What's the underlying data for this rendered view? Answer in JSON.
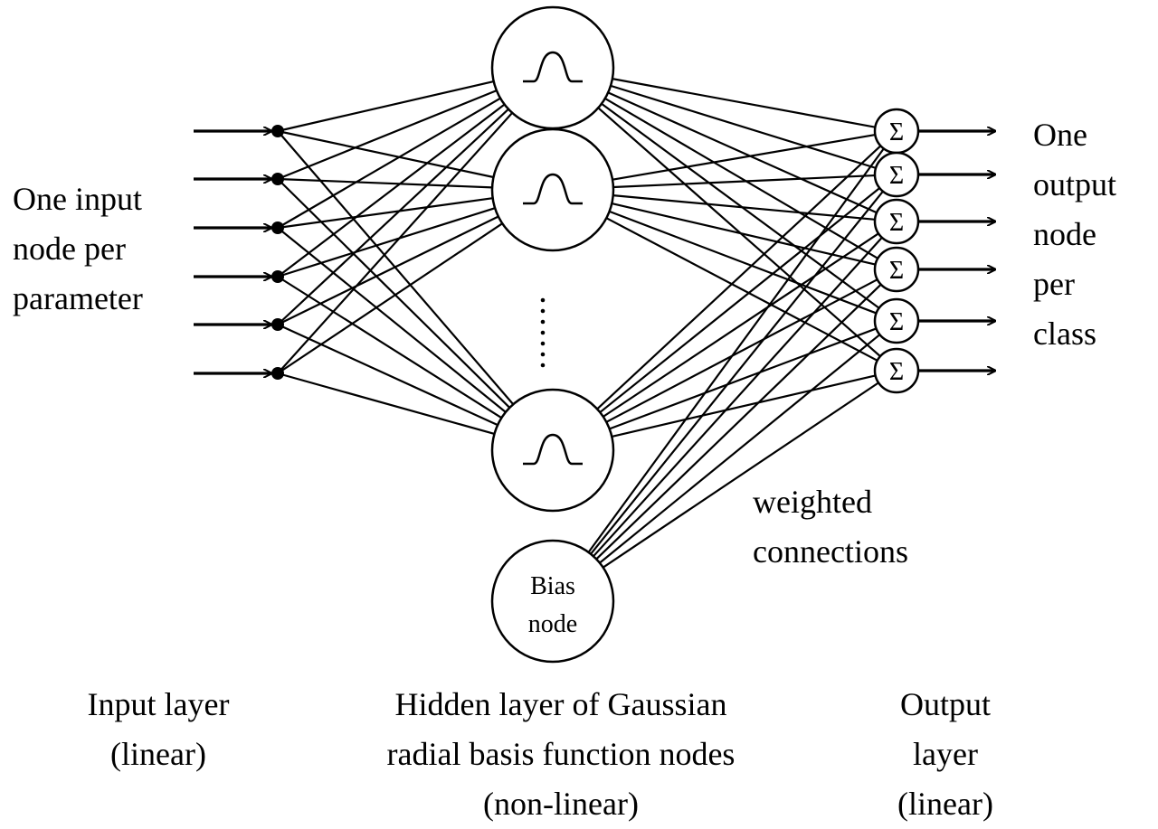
{
  "input_side_label": [
    "One input",
    "node per",
    "parameter"
  ],
  "output_side_label": [
    "One",
    "output",
    "node",
    "per",
    "class"
  ],
  "weights_label": [
    "weighted",
    "connections"
  ],
  "bias_node_label": [
    "Bias",
    "node"
  ],
  "output_node_symbol": "Σ",
  "layer_captions": {
    "input": [
      "Input layer",
      "(linear)"
    ],
    "hidden": [
      "Hidden layer of Gaussian",
      "radial basis function nodes",
      "(non-linear)"
    ],
    "output": [
      "Output",
      "layer",
      "(linear)"
    ]
  },
  "counts": {
    "input_nodes": 6,
    "hidden_nodes_shown": 3,
    "output_nodes": 6
  }
}
